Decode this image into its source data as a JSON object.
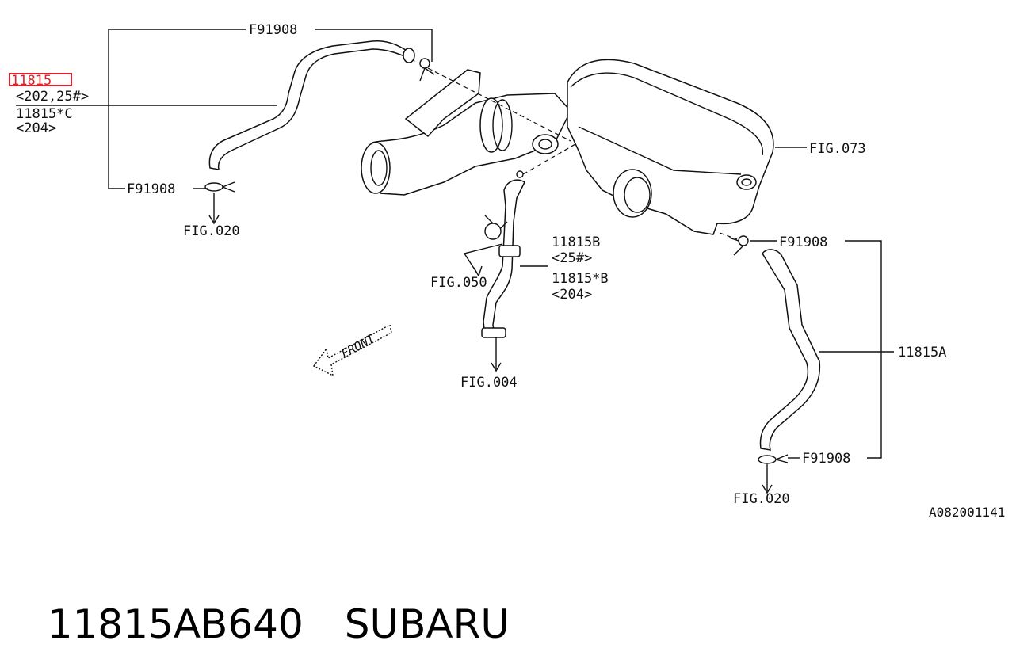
{
  "labels": {
    "part_highlight": "11815",
    "part_highlight_note": "<202,25#>",
    "part_c": "11815*C",
    "part_c_note": "<204>",
    "clip_top": "F91908",
    "clip_left": "F91908",
    "fig_020_left": "FIG.020",
    "fig_073": "FIG.073",
    "clip_right_top": "F91908",
    "part_b": "11815B",
    "part_b_note": "<25#>",
    "part_star_b": "11815*B",
    "part_star_b_note": "<204>",
    "fig_050": "FIG.050",
    "fig_004": "FIG.004",
    "part_a": "11815A",
    "clip_right_bottom": "F91908",
    "fig_020_right": "FIG.020",
    "front": "FRONT",
    "diagram_id": "A082001141"
  },
  "caption": {
    "part_number": "11815AB640",
    "brand": "SUBARU"
  },
  "colors": {
    "highlight": "#e0202a",
    "ink": "#111111"
  }
}
